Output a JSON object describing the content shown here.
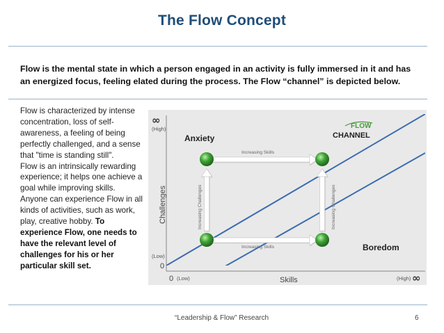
{
  "title": "The Flow Concept",
  "intro": "Flow is the mental state in which a person engaged in an activity is fully immersed in it and has an energized focus,  feeling elated  during the process.  The Flow “channel” is depicted below.",
  "sidebar": {
    "p1": "Flow is characterized by intense concentration, loss of self-awareness, a feeling of being perfectly challenged, and a sense that \"time is standing still\".",
    "p2": "Flow is an intrinsically rewarding experience; it helps one achieve a goal while improving skills.",
    "p3_normal": "Anyone can experience Flow in all kinds of activities, such as work, play,  creative hobby.",
    "p3_bold": "To experience Flow, one needs to have the relevant level of challenges for his or her particular skill set."
  },
  "diagram": {
    "y_axis_label": "Challenges",
    "x_axis_label": "Skills",
    "infinity": "∞",
    "y_high": "(High)",
    "y_low": "(Low)",
    "origin": "0",
    "x_zero": "0",
    "x_low": "(Low)",
    "x_high": "(High)",
    "anxiety": "Anxiety",
    "boredom": "Boredom",
    "flow_word": "FLOW",
    "channel_word": "CHANNEL",
    "increasing_skills": "Increasing Skills",
    "increasing_challenges": "Increasing Challenges",
    "colors": {
      "background": "#e9e9e9",
      "channel_line": "#3b6cb0",
      "arrow": "#ffffff",
      "node": "#3fa336",
      "flow_green": "#4a9a3d"
    }
  },
  "footer": {
    "source": "“Leadership & Flow” Research",
    "page": "6"
  }
}
